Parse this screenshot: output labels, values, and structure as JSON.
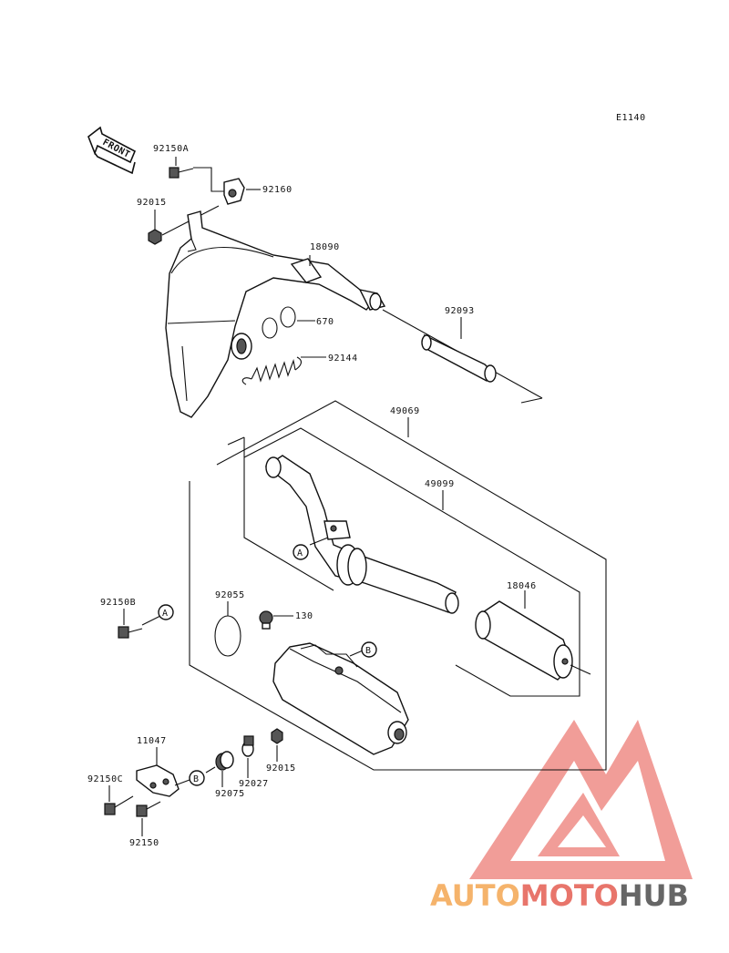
{
  "diagram_code": "E1140",
  "front_label": "FRONT",
  "parts": {
    "p92150A": "92150A",
    "p92160": "92160",
    "p92015_top": "92015",
    "p18090": "18090",
    "p670": "670",
    "p92093": "92093",
    "p92144": "92144",
    "p49069": "49069",
    "p49099": "49099",
    "p18046": "18046",
    "p92150B": "92150B",
    "p92055": "92055",
    "p130": "130",
    "p11047": "11047",
    "p92150C": "92150C",
    "p92150": "92150",
    "p92075": "92075",
    "p92027": "92027",
    "p92015_bottom": "92015"
  },
  "callouts": {
    "a": "A",
    "b": "B"
  },
  "watermark": {
    "part1": "AUTO",
    "part2": "MOTO",
    "part3": "HUB",
    "colors": {
      "orange": "#f5b36b",
      "red": "#e8756b",
      "gray": "#666666",
      "mark": "#ef8c87"
    }
  }
}
